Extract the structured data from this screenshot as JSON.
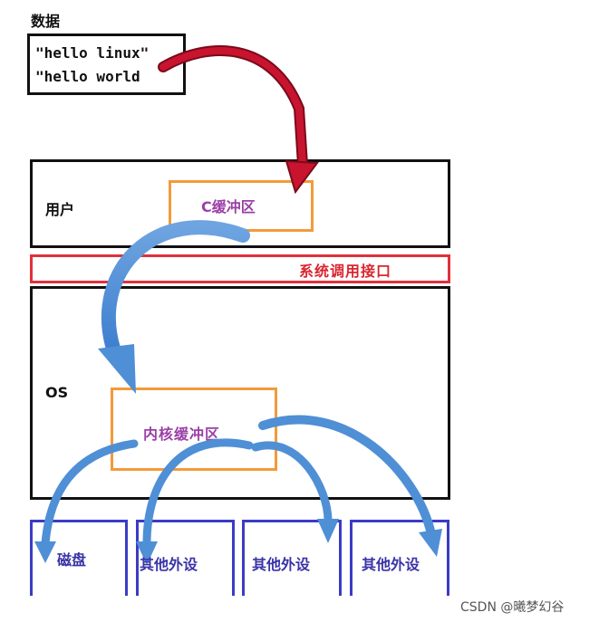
{
  "data_section": {
    "title": "数据",
    "lines": [
      "\"hello linux\"",
      "\"hello world"
    ]
  },
  "user_space": {
    "label": "用户",
    "buffer_label": "C缓冲区"
  },
  "syscall": {
    "label": "系统调用接口"
  },
  "os_space": {
    "label": "OS",
    "buffer_label": "内核缓冲区"
  },
  "devices": [
    "磁盘",
    "其他外设",
    "其他外设",
    "其他外设"
  ],
  "watermark": "CSDN @曦梦幻谷",
  "colors": {
    "data_arrow": "#b8102a",
    "flow_arrow": "#4f8fd6",
    "buffer_border": "#f39a3a",
    "syscall_border": "#e0303b",
    "device_border": "#3b3cc4"
  }
}
